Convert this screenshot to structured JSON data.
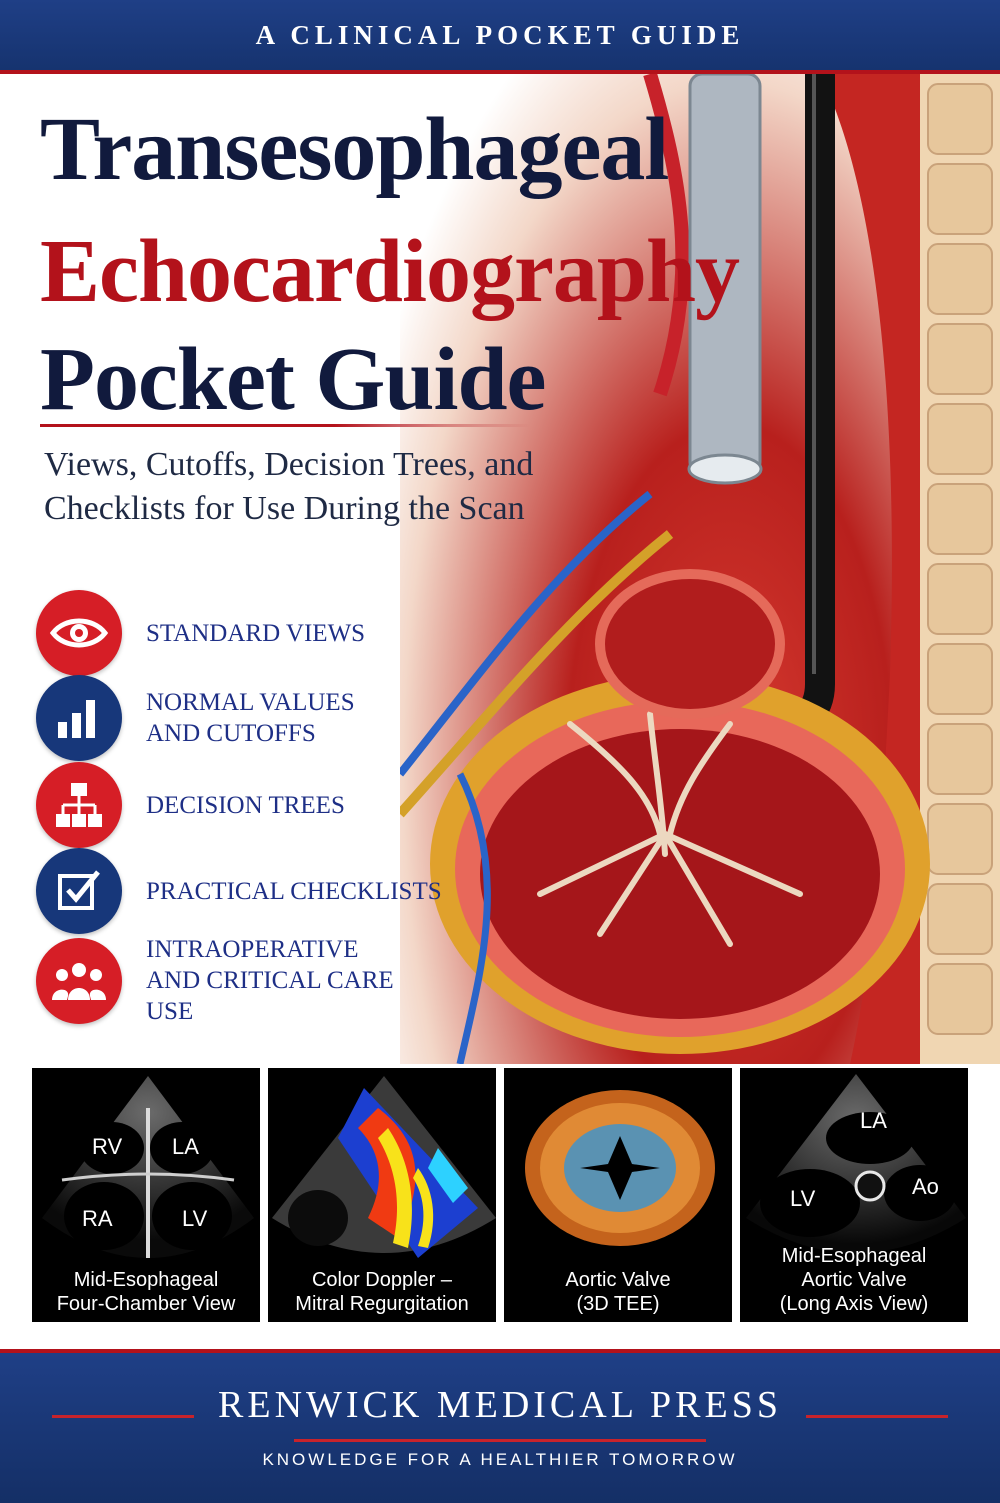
{
  "header": {
    "series": "A CLINICAL POCKET GUIDE"
  },
  "title": {
    "line1": "Transesophageal",
    "line2": "Echocardiography",
    "line3": "Pocket Guide",
    "subtitle": "Views, Cutoffs, Decision Trees, and Checklists for Use During the Scan"
  },
  "features": [
    {
      "label": "STANDARD VIEWS",
      "icon": "eye-icon",
      "color": "#d61e26"
    },
    {
      "label": "NORMAL VALUES\nAND CUTOFFS",
      "icon": "bar-chart-icon",
      "color": "#17377a"
    },
    {
      "label": "DECISION TREES",
      "icon": "flowchart-icon",
      "color": "#d61e26"
    },
    {
      "label": "PRACTICAL CHECKLISTS",
      "icon": "checkbox-icon",
      "color": "#17377a"
    },
    {
      "label": "INTRAOPERATIVE\nAND CRITICAL CARE USE",
      "icon": "group-icon",
      "color": "#d61e26"
    }
  ],
  "panels": [
    {
      "caption": "Mid-Esophageal\nFour-Chamber View",
      "labels": [
        "RV",
        "LA",
        "RA",
        "LV"
      ]
    },
    {
      "caption": "Color Doppler –\nMitral Regurgitation",
      "labels": []
    },
    {
      "caption": "Aortic Valve\n(3D TEE)",
      "labels": []
    },
    {
      "caption": "Mid-Esophageal\nAortic Valve\n(Long Axis View)",
      "labels": [
        "LA",
        "LV",
        "Ao"
      ]
    }
  ],
  "footer": {
    "publisher": "RENWICK MEDICAL PRESS",
    "tagline": "KNOWLEDGE FOR A HEALTHIER TOMORROW"
  }
}
